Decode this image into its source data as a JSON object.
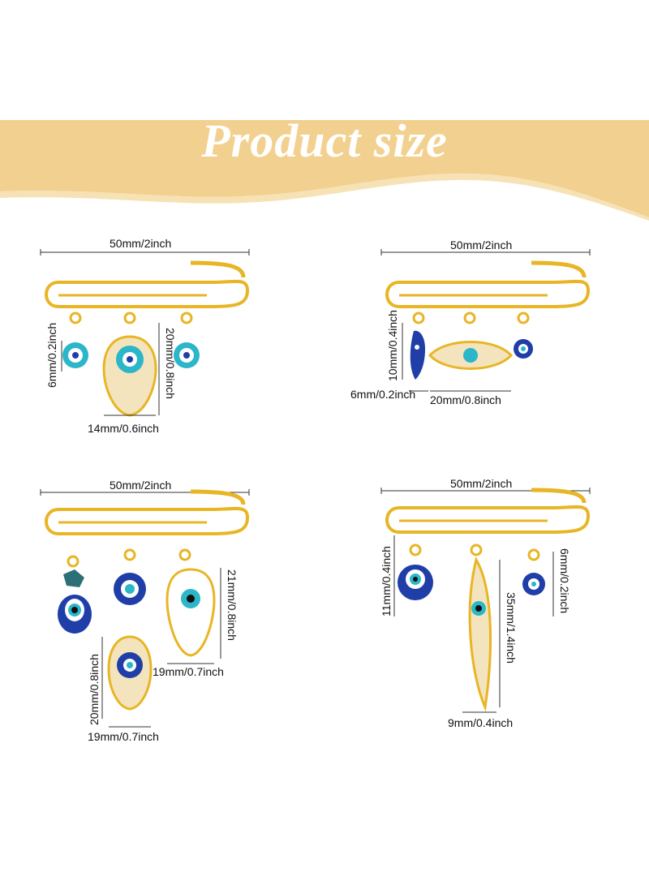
{
  "banner": {
    "title": "Product size",
    "band_color": "#f2d08f",
    "title_color": "#ffffff"
  },
  "colors": {
    "gold": "#e8b525",
    "blue": "#1f3ea8",
    "turquoise": "#2bb6c9"
  },
  "panels": [
    {
      "width_label": "50mm/2inch",
      "dims": [
        "6mm/0.2inch",
        "20mm/0.8inch",
        "14mm/0.6inch"
      ]
    },
    {
      "width_label": "50mm/2inch",
      "dims": [
        "10mm/0.4inch",
        "6mm/0.2inch",
        "20mm/0.8inch"
      ]
    },
    {
      "width_label": "50mm/2inch",
      "dims": [
        "21mm/0.8inch",
        "19mm/0.7inch",
        "20mm/0.8inch",
        "19mm/0.7inch"
      ]
    },
    {
      "width_label": "50mm/2inch",
      "dims": [
        "11mm/0.4inch",
        "35mm/1.4inch",
        "6mm/0.2inch",
        "9mm/0.4inch"
      ]
    }
  ]
}
